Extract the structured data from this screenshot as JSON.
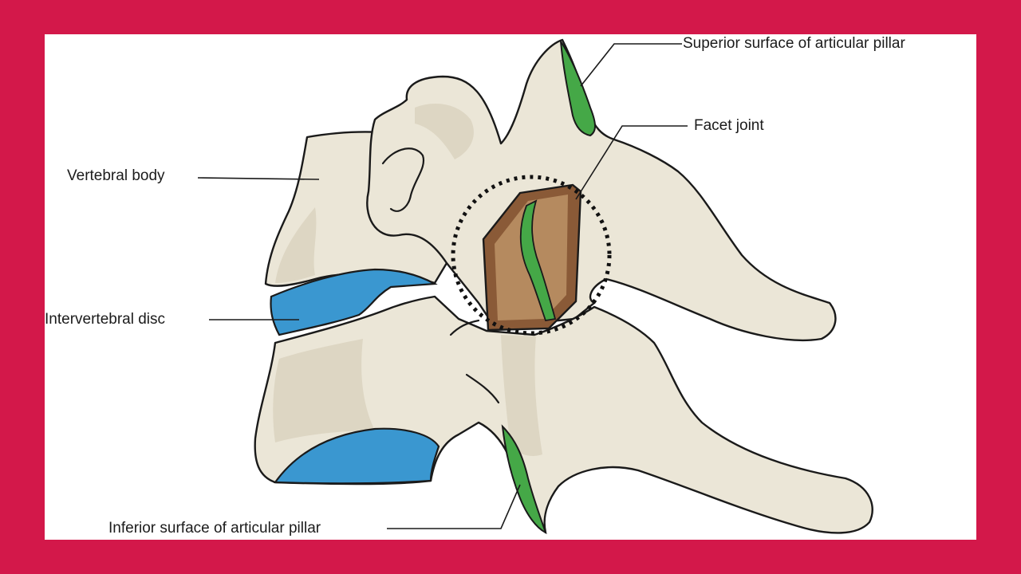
{
  "colors": {
    "frame": "#d3184a",
    "background": "#ffffff",
    "bone": "#ebe6d7",
    "intervertebral_disc": "#3a97d0",
    "articular_cartilage": "#45a847",
    "facet_section": "#8a5a37"
  },
  "labels": {
    "superior_surface": "Superior surface of articular pillar",
    "facet_joint": "Facet joint",
    "vertebral_body": "Vertebral body",
    "intervertebral_disc": "Intervertebral disc",
    "inferior_surface": "Inferior surface of articular pillar"
  }
}
